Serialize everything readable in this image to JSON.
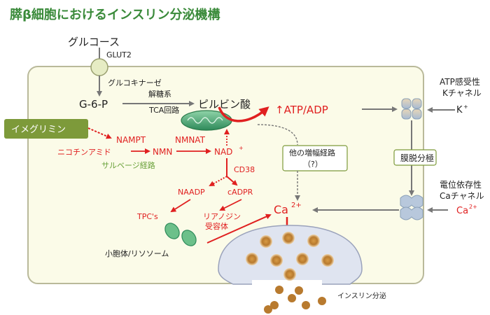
{
  "title": "膵β細胞におけるインスリン分泌機構",
  "labels": {
    "glucose": "グルコース",
    "glut2": "GLUT2",
    "glucokinase": "グルコキナーゼ",
    "g6p": "G-6-P",
    "glycolysis": "解糖系",
    "pyruvate": "ピルビン酸",
    "tca": "TCA回路",
    "atp_adp": "↑ATP/ADP",
    "katp_channel_line1": "ATP感受性",
    "katp_channel_line2": "Kチャネル",
    "k_ion": "K",
    "k_charge": "+",
    "imeglimin": "イメグリミン",
    "nampt": "NAMPT",
    "nmnat": "NMNAT",
    "nicotinamide": "ニコチンアミド",
    "nmn": "NMN",
    "nad": "NAD",
    "nad_charge": "+",
    "salvage": "サルベージ経路",
    "other_pathway_line1": "他の増幅経路",
    "other_pathway_line2": "（?）",
    "cd38": "CD38",
    "naadp": "NAADP",
    "cadpr": "cADPR",
    "tpcs": "TPC's",
    "ryanodine_line1": "リアノジン",
    "ryanodine_line2": "受容体",
    "ca_center": "Ca",
    "ca_center_charge": "2+",
    "depolarization": "膜脱分極",
    "vdcc_line1": "電位依存性",
    "vdcc_line2": "Caチャネル",
    "ca_right": "Ca",
    "ca_right_charge": "2+",
    "endosome": "小胞体/リソソーム",
    "insulin_secretion": "インスリン分泌"
  },
  "colors": {
    "title": "#3a8a3a",
    "red": "#e02020",
    "cell_fill": "#fbfbe8",
    "olive_box": "#7d9a3a",
    "green_label": "#6aa13a",
    "granule": "#c98a3a"
  }
}
